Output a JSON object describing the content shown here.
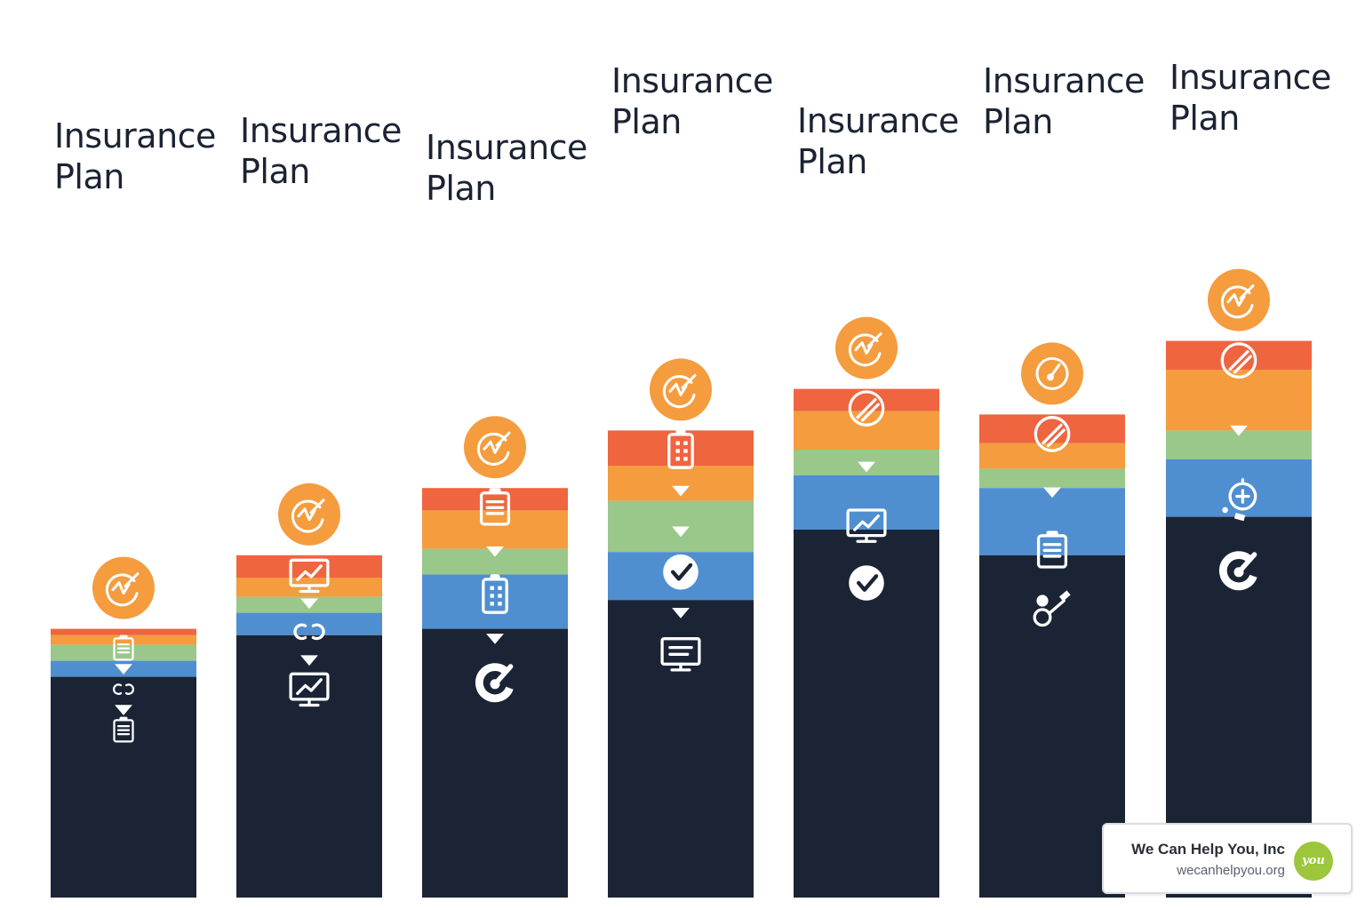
{
  "chart_data": {
    "type": "bar",
    "categories": [
      "Insurance Plan",
      "Insurance Plan",
      "Insurance Plan",
      "Insurance Plan",
      "Insurance Plan",
      "Insurance Plan",
      "Insurance Plan"
    ],
    "series": [
      {
        "values": [
          2,
          7,
          7,
          11,
          7,
          9,
          9
        ]
      },
      {
        "values": [
          3,
          6,
          12,
          11,
          12,
          8,
          19
        ]
      },
      {
        "values": [
          5,
          5,
          8,
          16,
          8,
          6,
          9
        ]
      },
      {
        "values": [
          5,
          7,
          17,
          15,
          17,
          21,
          18
        ]
      },
      {
        "values": [
          69,
          82,
          84,
          93,
          115,
          107,
          119
        ]
      }
    ],
    "colors": [
      "#ef6540",
      "#f49c3e",
      "#9ac88a",
      "#4f8fd0",
      "#1b2435"
    ],
    "ylim": [
      0,
      200
    ]
  },
  "columns": [
    {
      "title_line1": "Insurance",
      "title_line2": "Plan",
      "top_icon": "chart-target-icon",
      "icons": [
        "document-icon",
        "arrow-down-icon",
        "link-icon",
        "arrow-down-icon",
        "clipboard-icon"
      ]
    },
    {
      "title_line1": "Insurance",
      "title_line2": "Plan",
      "top_icon": "chart-target-icon",
      "icons": [
        "monitor-chart-icon",
        "arrow-down-icon",
        "link-icon",
        "arrow-down-icon",
        "monitor-chart-icon"
      ]
    },
    {
      "title_line1": "Insurance",
      "title_line2": "Plan",
      "top_icon": "chart-target-icon",
      "icons": [
        "clipboard-icon",
        "arrow-down-icon",
        "calculator-icon",
        "arrow-down-icon",
        "target-check-icon"
      ]
    },
    {
      "title_line1": "Insurance",
      "title_line2": "Plan",
      "top_icon": "chart-target-icon",
      "icons": [
        "calculator-icon",
        "arrow-down-icon",
        "arrow-down-icon",
        "check-circle-icon",
        "arrow-down-icon",
        "monitor-icon"
      ]
    },
    {
      "title_line1": "Insurance",
      "title_line2": "Plan",
      "top_icon": "chart-target-icon",
      "icons": [
        "pen-circle-icon",
        "arrow-down-icon",
        "monitor-chart-icon",
        "check-circle-icon"
      ]
    },
    {
      "title_line1": "Insurance",
      "title_line2": "Plan",
      "top_icon": "gauge-icon",
      "icons": [
        "pen-circle-icon",
        "arrow-down-icon",
        "clipboard-icon",
        "person-tool-icon"
      ]
    },
    {
      "title_line1": "Insurance",
      "title_line2": "Plan",
      "top_icon": "chart-target-icon",
      "icons": [
        "pen-circle-icon",
        "arrow-down-icon",
        "add-person-icon",
        "target-check-icon"
      ]
    }
  ],
  "badge": {
    "name": "We Can Help You, Inc",
    "url": "wecanhelpyou.org",
    "logo_text": "you"
  }
}
